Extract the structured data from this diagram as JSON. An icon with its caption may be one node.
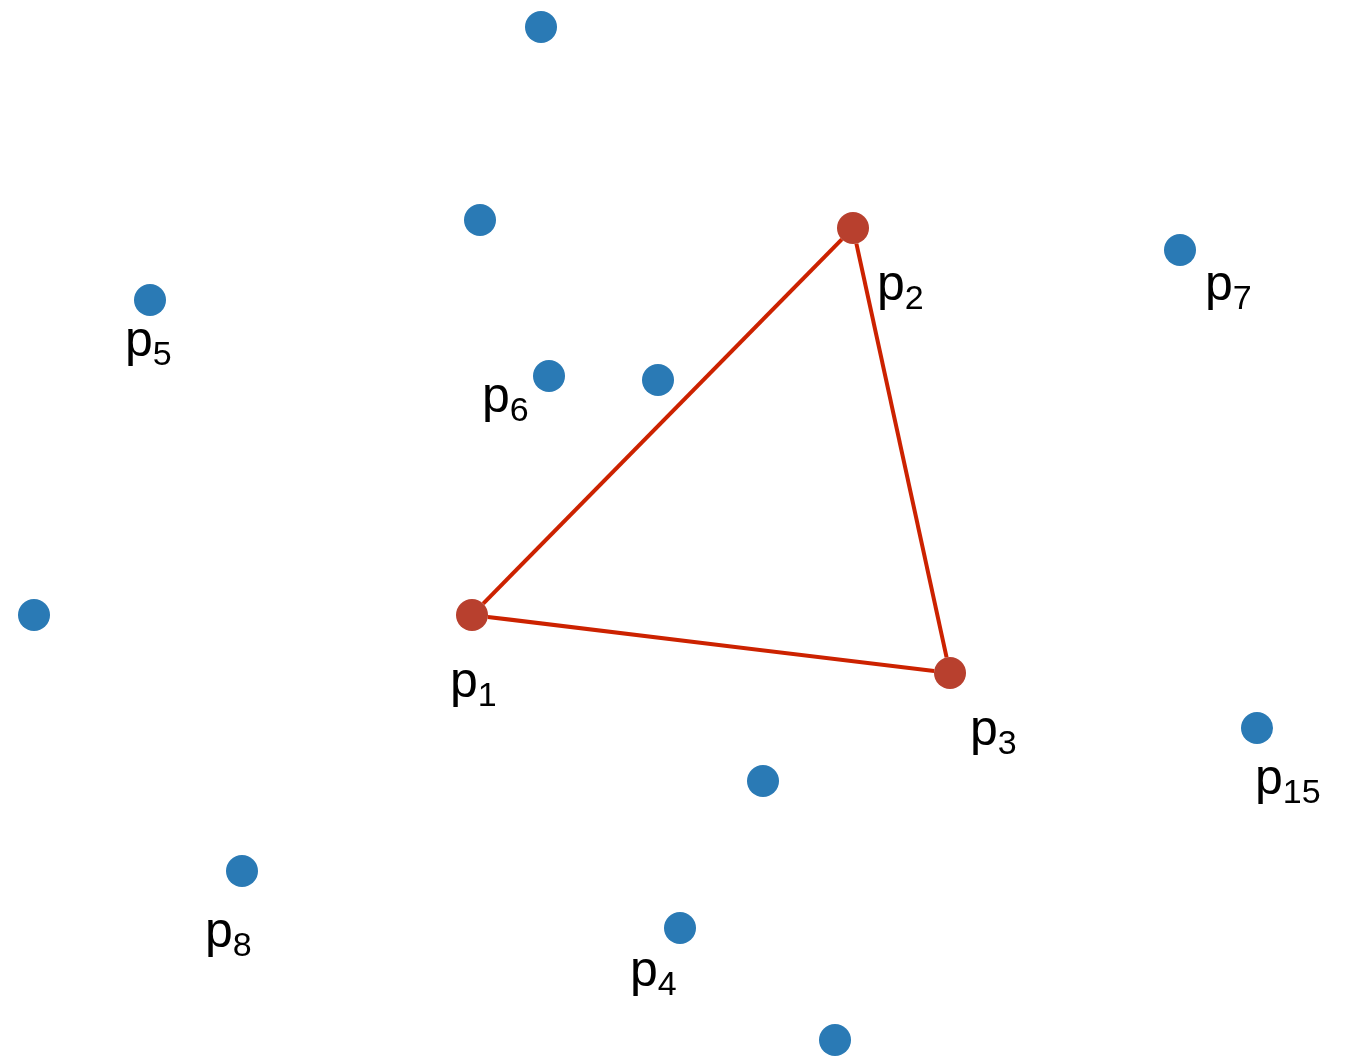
{
  "diagram": {
    "nodes": [
      {
        "text": [],
        "shape": "circle"
      },
      {
        "text": [],
        "shape": "circle"
      },
      {
        "text": [],
        "shape": "circle",
        "beside": [
          "p$_{2}$"
        ]
      },
      {
        "text": [],
        "shape": "circle",
        "beside": [
          "p$_{7}$"
        ]
      },
      {
        "text": [],
        "shape": "circle",
        "beside": [
          "p$_{5}$"
        ]
      },
      {
        "text": [],
        "shape": "circle",
        "beside": [
          "p$_{6}$"
        ]
      },
      {
        "text": [],
        "shape": "circle"
      },
      {
        "text": [],
        "shape": "circle"
      },
      {
        "text": [],
        "shape": "circle",
        "beside": [
          "p$_{1}$"
        ]
      },
      {
        "text": [],
        "shape": "circle",
        "beside": [
          "p$_{3}$"
        ]
      },
      {
        "text": [],
        "shape": "circle",
        "beside": [
          "p$_{15}$"
        ]
      },
      {
        "text": [],
        "shape": "circle"
      },
      {
        "text": [],
        "shape": "circle",
        "beside": [
          "p$_{8}$"
        ]
      },
      {
        "text": [],
        "shape": "circle",
        "beside": [
          "p$_{4}$"
        ]
      },
      {
        "text": [],
        "shape": "circle"
      }
    ],
    "edges": [
      {
        "from": 8,
        "to": 2,
        "arrow": "none"
      },
      {
        "from": 2,
        "to": 9,
        "arrow": "none"
      },
      {
        "from": 9,
        "to": 8,
        "arrow": "none"
      }
    ]
  }
}
